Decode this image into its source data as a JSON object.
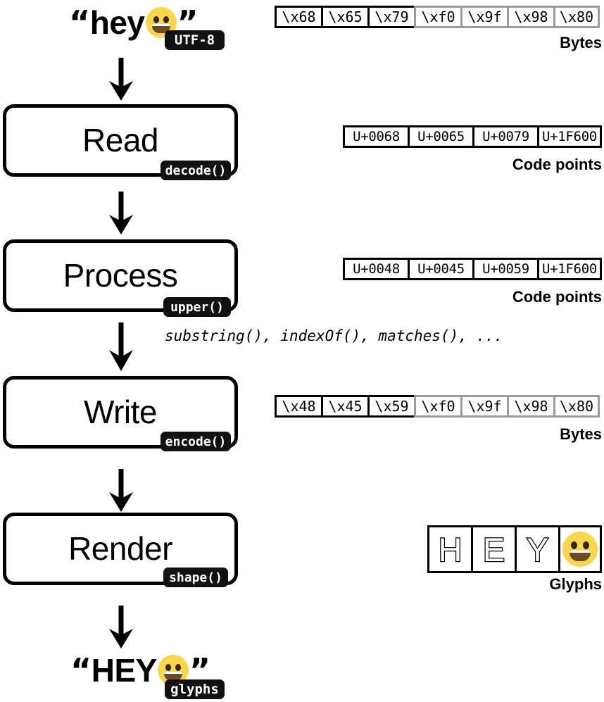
{
  "diagram": {
    "title": "Text processing pipeline: Read, Process, Write, Render",
    "accent_color": "#F8D74E",
    "ink_color": "#000000",
    "dim_border_color": "#9a9a9a"
  },
  "input": {
    "open_quote": "“",
    "text": "hey",
    "emoji": "grinning-face",
    "close_quote": "”",
    "badge": "UTF-8"
  },
  "output": {
    "open_quote": "“",
    "text": "HEY",
    "emoji": "grinning-face",
    "close_quote": "”",
    "badge": "glyphs"
  },
  "stages": [
    {
      "label": "Read",
      "badge": "decode()"
    },
    {
      "label": "Process",
      "badge": "upper()"
    },
    {
      "label": "Write",
      "badge": "encode()"
    },
    {
      "label": "Render",
      "badge": "shape()"
    }
  ],
  "annotation": "substring(), indexOf(), matches(), ...",
  "tables": {
    "input_bytes": {
      "caption": "Bytes",
      "cells": [
        "\\x68",
        "\\x65",
        "\\x79",
        "\\xf0",
        "\\x9f",
        "\\x98",
        "\\x80"
      ],
      "dim_from_index": 3
    },
    "input_codepoints": {
      "caption": "Code points",
      "cells": [
        "U+0068",
        "U+0065",
        "U+0079",
        "U+1F600"
      ],
      "dim_from_index": -1
    },
    "upper_codepoints": {
      "caption": "Code points",
      "cells": [
        "U+0048",
        "U+0045",
        "U+0059",
        "U+1F600"
      ],
      "dim_from_index": -1
    },
    "output_bytes": {
      "caption": "Bytes",
      "cells": [
        "\\x48",
        "\\x45",
        "\\x59",
        "\\xf0",
        "\\x9f",
        "\\x98",
        "\\x80"
      ],
      "dim_from_index": 3
    },
    "glyphs": {
      "caption": "Glyphs",
      "cells": [
        "H",
        "E",
        "Y",
        "grinning-face"
      ]
    }
  }
}
